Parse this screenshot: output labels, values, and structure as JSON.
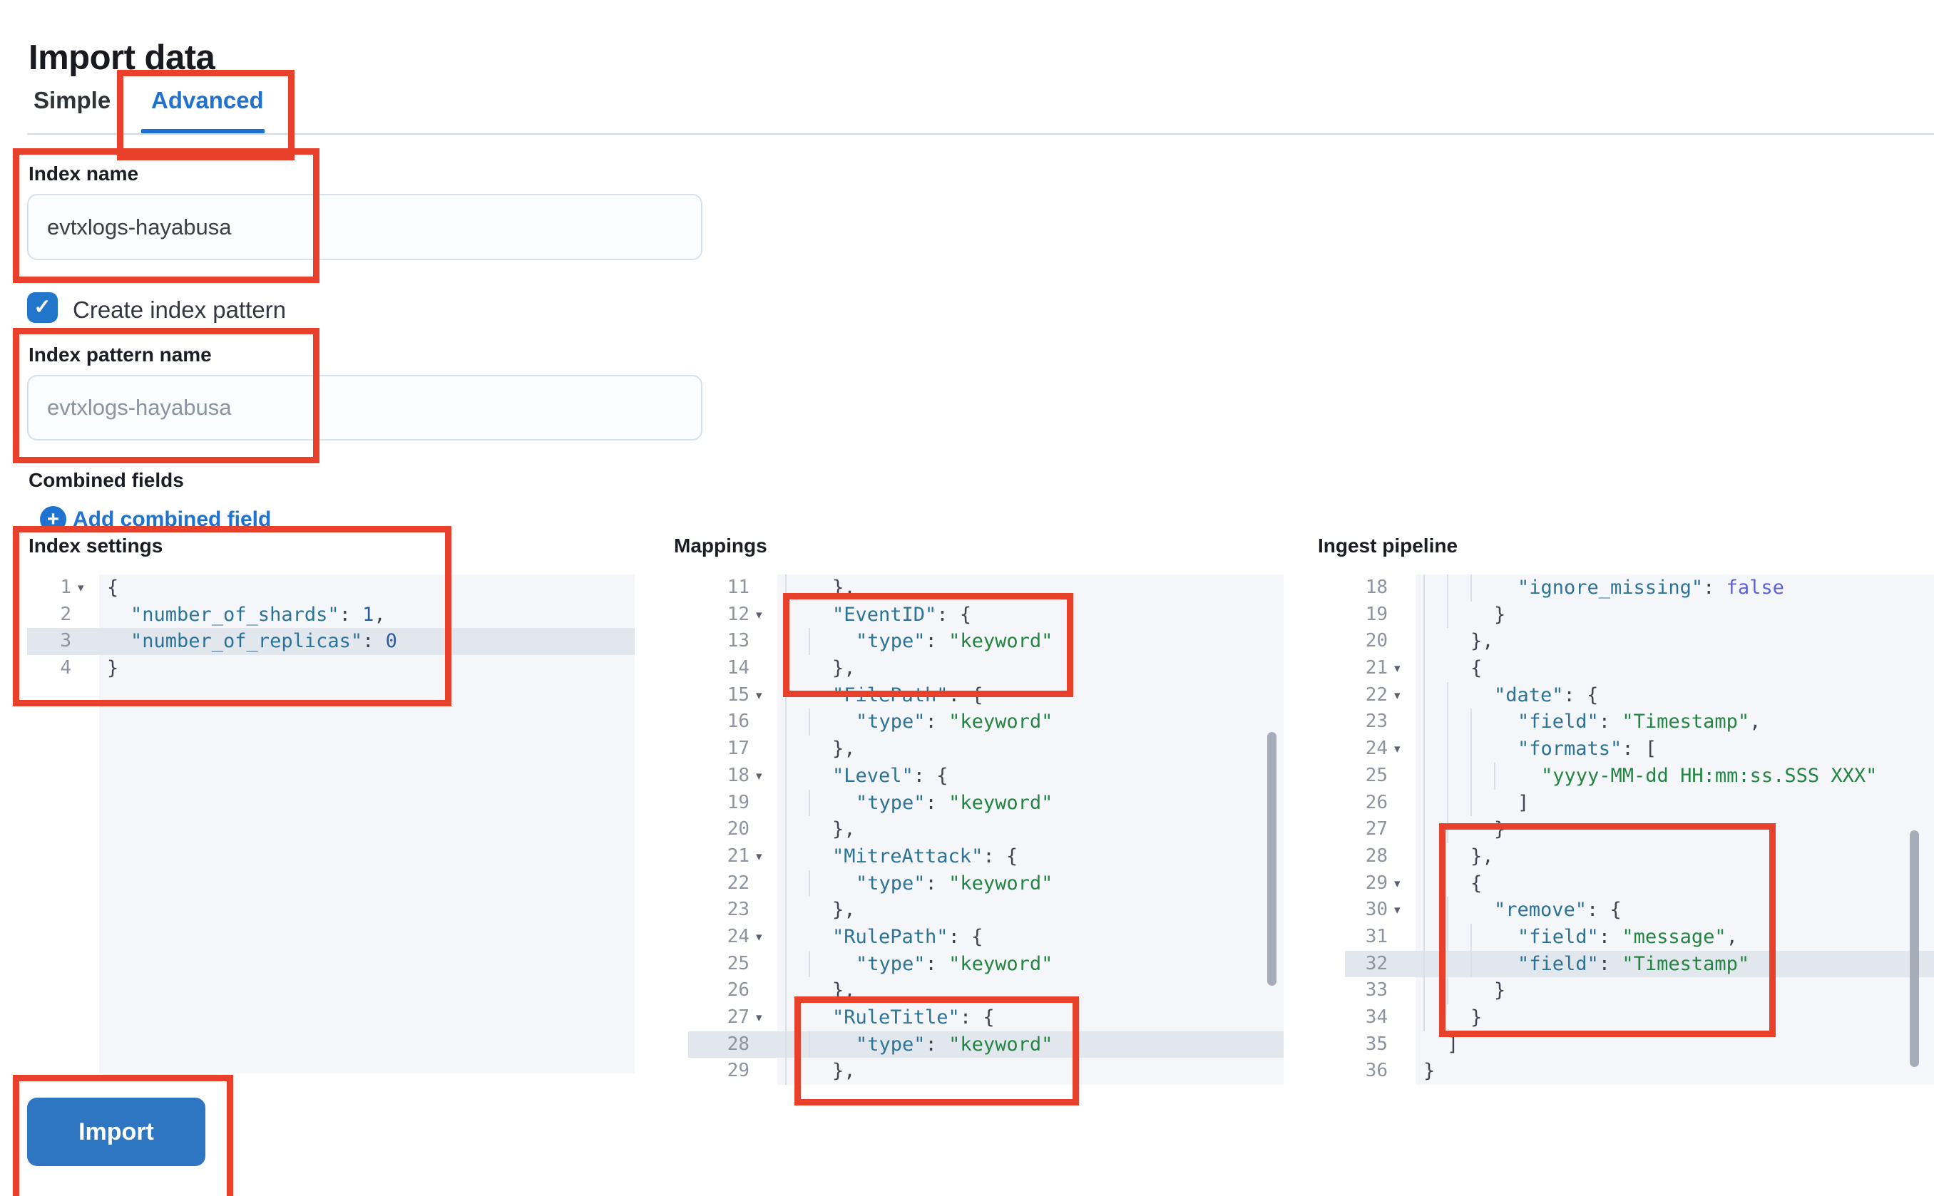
{
  "page": {
    "title": "Import data"
  },
  "tabs": {
    "simple": "Simple",
    "advanced": "Advanced"
  },
  "form": {
    "index_name": {
      "label": "Index name",
      "value": "evtxlogs-hayabusa"
    },
    "create_index_pattern": {
      "label": "Create index pattern",
      "checked": true
    },
    "index_pattern_name": {
      "label": "Index pattern name",
      "placeholder": "evtxlogs-hayabusa"
    },
    "combined_fields": {
      "label": "Combined fields",
      "add_link": "Add combined field"
    }
  },
  "import_button": {
    "label": "Import"
  },
  "icons": {
    "checkbox_tick": "✓",
    "plus": "+",
    "fold_arrow": "▾"
  },
  "colors": {
    "annotation_red": "#e8402b",
    "primary_button_blue": "#2e76c1",
    "link_blue": "#1f72cf",
    "checkbox_blue": "#2175cb",
    "tab_underline_blue": "#1f72cf",
    "editor_bg": "#f4f6f9",
    "active_line_bg": "#e2e7ee",
    "token_key": "#2b7397",
    "token_string": "#228542",
    "token_number": "#2c5aa0",
    "token_boolean": "#5c5fe2",
    "token_punct": "#3f4450"
  },
  "editors": [
    {
      "label": "Index settings",
      "lines": [
        {
          "n": 1,
          "f": true,
          "i": 0,
          "t": [
            [
              "p",
              "{"
            ]
          ]
        },
        {
          "n": 2,
          "f": false,
          "i": 1,
          "t": [
            [
              "k",
              "\"number_of_shards\""
            ],
            [
              "p",
              ": "
            ],
            [
              "n",
              "1"
            ],
            [
              "p",
              ","
            ]
          ]
        },
        {
          "n": 3,
          "f": false,
          "i": 1,
          "a": true,
          "t": [
            [
              "k",
              "\"number_of_replicas\""
            ],
            [
              "p",
              ": "
            ],
            [
              "n",
              "0"
            ]
          ]
        },
        {
          "n": 4,
          "f": false,
          "i": 0,
          "t": [
            [
              "p",
              "}"
            ]
          ]
        }
      ]
    },
    {
      "label": "Mappings",
      "lines": [
        {
          "n": 11,
          "f": false,
          "i": 2,
          "t": [
            [
              "p",
              "},"
            ]
          ]
        },
        {
          "n": 12,
          "f": true,
          "i": 2,
          "t": [
            [
              "k",
              "\"EventID\""
            ],
            [
              "p",
              ": {"
            ]
          ]
        },
        {
          "n": 13,
          "f": false,
          "i": 3,
          "t": [
            [
              "k",
              "\"type\""
            ],
            [
              "p",
              ": "
            ],
            [
              "s",
              "\"keyword\""
            ]
          ]
        },
        {
          "n": 14,
          "f": false,
          "i": 2,
          "t": [
            [
              "p",
              "},"
            ]
          ]
        },
        {
          "n": 15,
          "f": true,
          "i": 2,
          "t": [
            [
              "k",
              "\"FilePath\""
            ],
            [
              "p",
              ": {"
            ]
          ]
        },
        {
          "n": 16,
          "f": false,
          "i": 3,
          "t": [
            [
              "k",
              "\"type\""
            ],
            [
              "p",
              ": "
            ],
            [
              "s",
              "\"keyword\""
            ]
          ]
        },
        {
          "n": 17,
          "f": false,
          "i": 2,
          "t": [
            [
              "p",
              "},"
            ]
          ]
        },
        {
          "n": 18,
          "f": true,
          "i": 2,
          "t": [
            [
              "k",
              "\"Level\""
            ],
            [
              "p",
              ": {"
            ]
          ]
        },
        {
          "n": 19,
          "f": false,
          "i": 3,
          "t": [
            [
              "k",
              "\"type\""
            ],
            [
              "p",
              ": "
            ],
            [
              "s",
              "\"keyword\""
            ]
          ]
        },
        {
          "n": 20,
          "f": false,
          "i": 2,
          "t": [
            [
              "p",
              "},"
            ]
          ]
        },
        {
          "n": 21,
          "f": true,
          "i": 2,
          "t": [
            [
              "k",
              "\"MitreAttack\""
            ],
            [
              "p",
              ": {"
            ]
          ]
        },
        {
          "n": 22,
          "f": false,
          "i": 3,
          "t": [
            [
              "k",
              "\"type\""
            ],
            [
              "p",
              ": "
            ],
            [
              "s",
              "\"keyword\""
            ]
          ]
        },
        {
          "n": 23,
          "f": false,
          "i": 2,
          "t": [
            [
              "p",
              "},"
            ]
          ]
        },
        {
          "n": 24,
          "f": true,
          "i": 2,
          "t": [
            [
              "k",
              "\"RulePath\""
            ],
            [
              "p",
              ": {"
            ]
          ]
        },
        {
          "n": 25,
          "f": false,
          "i": 3,
          "t": [
            [
              "k",
              "\"type\""
            ],
            [
              "p",
              ": "
            ],
            [
              "s",
              "\"keyword\""
            ]
          ]
        },
        {
          "n": 26,
          "f": false,
          "i": 2,
          "t": [
            [
              "p",
              "},"
            ]
          ]
        },
        {
          "n": 27,
          "f": true,
          "i": 2,
          "t": [
            [
              "k",
              "\"RuleTitle\""
            ],
            [
              "p",
              ": {"
            ]
          ]
        },
        {
          "n": 28,
          "f": false,
          "i": 3,
          "a": true,
          "t": [
            [
              "k",
              "\"type\""
            ],
            [
              "p",
              ": "
            ],
            [
              "s",
              "\"keyword\""
            ]
          ]
        },
        {
          "n": 29,
          "f": false,
          "i": 2,
          "t": [
            [
              "p",
              "},"
            ]
          ]
        }
      ]
    },
    {
      "label": "Ingest pipeline",
      "lines": [
        {
          "n": 18,
          "f": false,
          "i": 4,
          "t": [
            [
              "k",
              "\"ignore_missing\""
            ],
            [
              "p",
              ": "
            ],
            [
              "b",
              "false"
            ]
          ]
        },
        {
          "n": 19,
          "f": false,
          "i": 3,
          "t": [
            [
              "p",
              "}"
            ]
          ]
        },
        {
          "n": 20,
          "f": false,
          "i": 2,
          "t": [
            [
              "p",
              "},"
            ]
          ]
        },
        {
          "n": 21,
          "f": true,
          "i": 2,
          "t": [
            [
              "p",
              "{"
            ]
          ]
        },
        {
          "n": 22,
          "f": true,
          "i": 3,
          "t": [
            [
              "k",
              "\"date\""
            ],
            [
              "p",
              ": {"
            ]
          ]
        },
        {
          "n": 23,
          "f": false,
          "i": 4,
          "t": [
            [
              "k",
              "\"field\""
            ],
            [
              "p",
              ": "
            ],
            [
              "s",
              "\"Timestamp\""
            ],
            [
              "p",
              ","
            ]
          ]
        },
        {
          "n": 24,
          "f": true,
          "i": 4,
          "t": [
            [
              "k",
              "\"formats\""
            ],
            [
              "p",
              ": ["
            ]
          ]
        },
        {
          "n": 25,
          "f": false,
          "i": 5,
          "t": [
            [
              "s",
              "\"yyyy-MM-dd HH:mm:ss.SSS XXX\""
            ]
          ]
        },
        {
          "n": 26,
          "f": false,
          "i": 4,
          "t": [
            [
              "p",
              "]"
            ]
          ]
        },
        {
          "n": 27,
          "f": false,
          "i": 3,
          "t": [
            [
              "p",
              "}"
            ]
          ]
        },
        {
          "n": 28,
          "f": false,
          "i": 2,
          "t": [
            [
              "p",
              "},"
            ]
          ]
        },
        {
          "n": 29,
          "f": true,
          "i": 2,
          "t": [
            [
              "p",
              "{"
            ]
          ]
        },
        {
          "n": 30,
          "f": true,
          "i": 3,
          "t": [
            [
              "k",
              "\"remove\""
            ],
            [
              "p",
              ": {"
            ]
          ]
        },
        {
          "n": 31,
          "f": false,
          "i": 4,
          "t": [
            [
              "k",
              "\"field\""
            ],
            [
              "p",
              ": "
            ],
            [
              "s",
              "\"message\""
            ],
            [
              "p",
              ","
            ]
          ]
        },
        {
          "n": 32,
          "f": false,
          "i": 4,
          "a": true,
          "t": [
            [
              "k",
              "\"field\""
            ],
            [
              "p",
              ": "
            ],
            [
              "s",
              "\"Timestamp\""
            ]
          ]
        },
        {
          "n": 33,
          "f": false,
          "i": 3,
          "t": [
            [
              "p",
              "}"
            ]
          ]
        },
        {
          "n": 34,
          "f": false,
          "i": 2,
          "t": [
            [
              "p",
              "}"
            ]
          ]
        },
        {
          "n": 35,
          "f": false,
          "i": 1,
          "t": [
            [
              "p",
              "]"
            ]
          ]
        },
        {
          "n": 36,
          "f": false,
          "i": 0,
          "t": [
            [
              "p",
              "}"
            ]
          ]
        }
      ]
    }
  ]
}
